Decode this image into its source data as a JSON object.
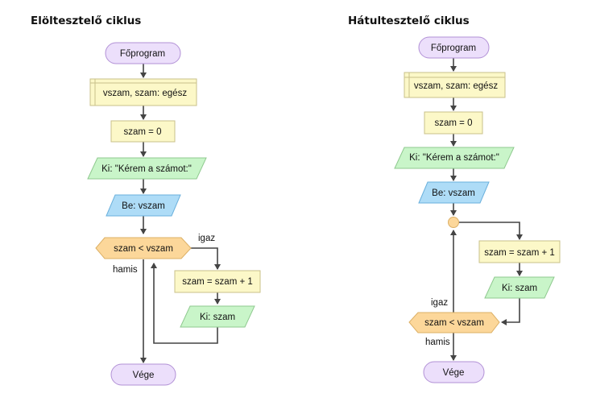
{
  "left": {
    "title": "Elöltesztelő ciklus",
    "start": "Főprogram",
    "declare": "vszam, szam: egész",
    "init": "szam = 0",
    "prompt": "Ki: \"Kérem a számot:\"",
    "input": "Be: vszam",
    "condition": "szam < vszam",
    "true_label": "igaz",
    "false_label": "hamis",
    "increment": "szam = szam + 1",
    "output": "Ki: szam",
    "end": "Vége"
  },
  "right": {
    "title": "Hátultesztelő ciklus",
    "start": "Főprogram",
    "declare": "vszam, szam: egész",
    "init": "szam = 0",
    "prompt": "Ki: \"Kérem a számot:\"",
    "input": "Be: vszam",
    "increment": "szam = szam + 1",
    "output": "Ki: szam",
    "condition": "szam < vszam",
    "true_label": "igaz",
    "false_label": "hamis",
    "end": "Vége"
  }
}
